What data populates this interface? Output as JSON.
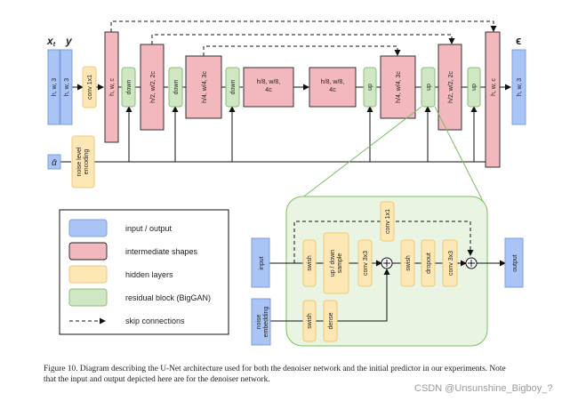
{
  "top": {
    "input_symbols": {
      "x": "x",
      "x_sub": "t",
      "y": "y"
    },
    "output_symbol": "ϵ",
    "noise_symbol": "ᾱ",
    "blocks": {
      "in1": "h, w, 3",
      "in2": "h, w, 3",
      "conv_in": "conv 1x1",
      "s0": "h, w, c",
      "down1": "down",
      "s1": "h/2, w/2, 2c",
      "down2": "down",
      "s2": "h/4, w/4, 3c",
      "down3": "down",
      "s3": "h/8, w/8, 4c",
      "s4": "h/8, w/8, 4c",
      "up1": "up",
      "s5": "h/4, w/4, 3c",
      "up2": "up",
      "s6": "h/2, w/2, 2c",
      "up3": "up",
      "s7": "h, w, c",
      "out": "h, w, 3",
      "noise_enc": "noise level encoding"
    }
  },
  "legend": [
    {
      "label": "input / output",
      "color": "#a9c4f5"
    },
    {
      "label": "intermediate shapes",
      "color": "#f2b8bd"
    },
    {
      "label": "hidden layers",
      "color": "#fde7b5"
    },
    {
      "label": "residual block (BigGAN)",
      "color": "#cfe8c3"
    },
    {
      "label": "skip connections",
      "color": "#111111"
    }
  ],
  "resblock": {
    "input": "input",
    "noise_embedding": "noise embedding",
    "swish1": "swish",
    "updown": "up / down sample",
    "conv1": "conv 3x3",
    "swish2": "swish",
    "dropout": "dropout",
    "conv2": "conv 3x3",
    "conv_skip": "conv 1x1",
    "swish_n": "swish",
    "dense": "dense",
    "output": "output"
  },
  "caption": {
    "line1": "Figure 10. Diagram describing the U-Net architecture used for both the denoiser network and the initial predictor in our experiments. Note",
    "line2": "that the input and output depicted here are for the denoiser network."
  },
  "watermark": "CSDN @Unsunshine_Bigboy_?"
}
